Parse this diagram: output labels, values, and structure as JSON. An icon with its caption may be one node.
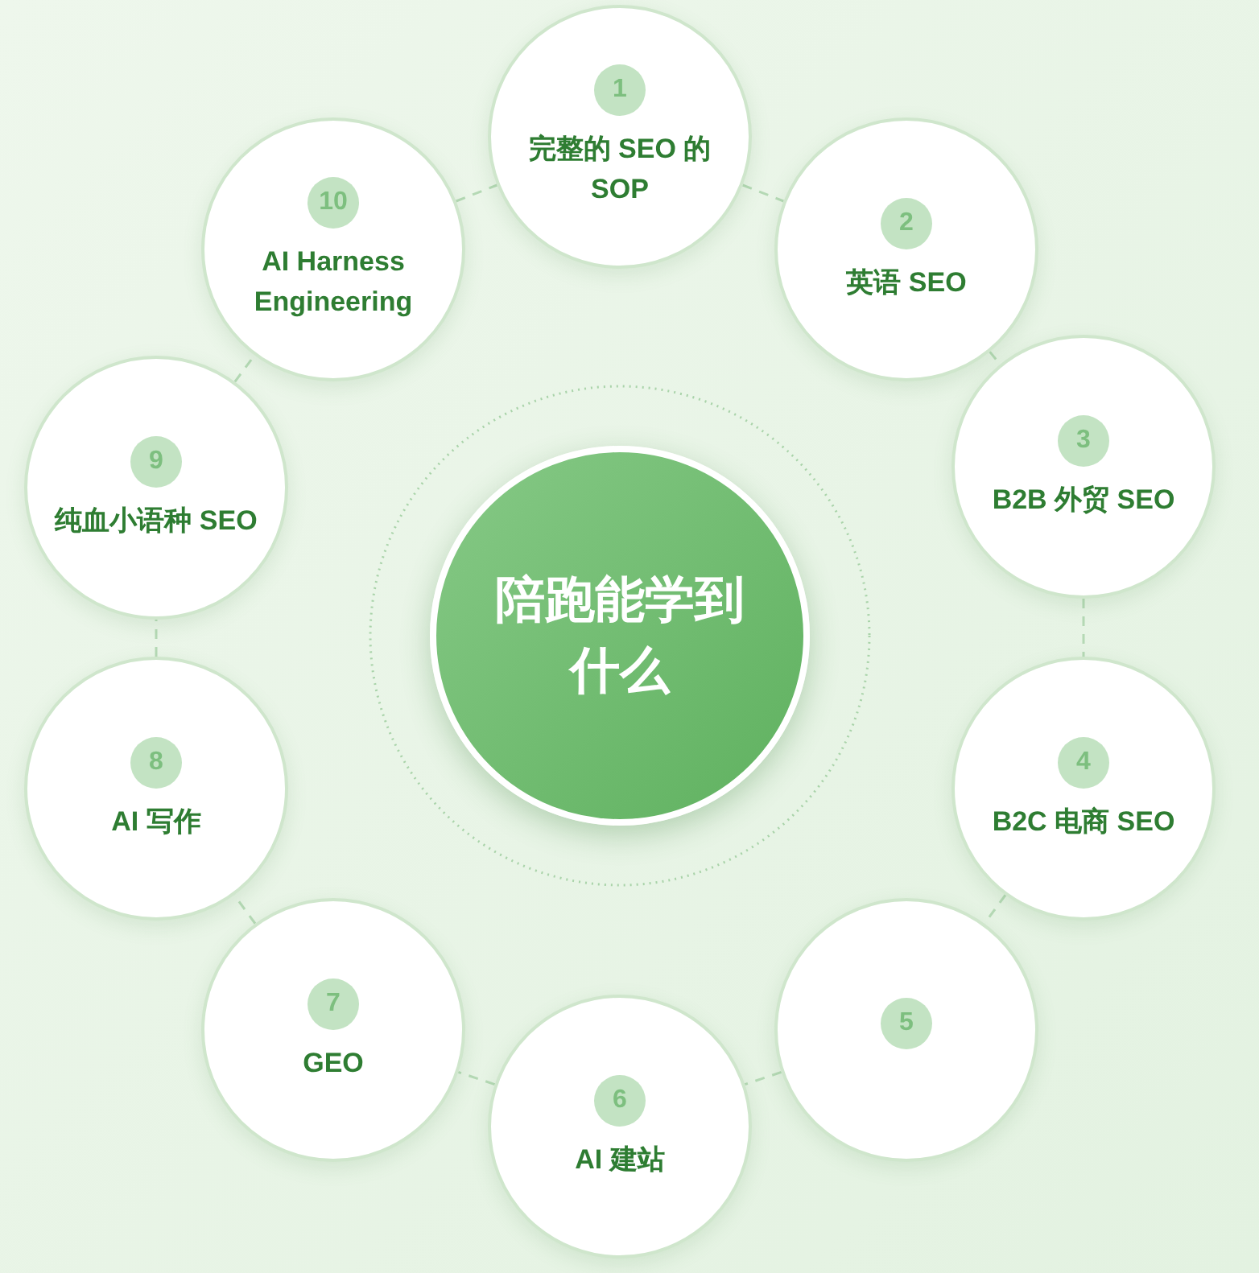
{
  "diagram": {
    "nodes": [
      {
        "text": [
          "陪跑能学到什么"
        ]
      },
      {
        "text": [
          "1",
          "完整的 SEO 的 SOP"
        ]
      },
      {
        "text": [
          "2",
          "英语 SEO"
        ]
      },
      {
        "text": [
          "3",
          "B2B 外贸 SEO"
        ]
      },
      {
        "text": [
          "4",
          "B2C 电商 SEO"
        ]
      },
      {
        "text": [
          "5"
        ]
      },
      {
        "text": [
          "6",
          "AI 建站"
        ]
      },
      {
        "text": [
          "7",
          "GEO"
        ]
      },
      {
        "text": [
          "8",
          "AI 写作"
        ]
      },
      {
        "text": [
          "9",
          "纯血小语种 SEO"
        ]
      },
      {
        "text": [
          "10",
          "AI Harness Engineering"
        ]
      }
    ],
    "edges": [
      {
        "from": 1,
        "to": 2,
        "arrow": "none",
        "style": "dashed"
      },
      {
        "from": 2,
        "to": 3,
        "arrow": "none",
        "style": "dashed"
      },
      {
        "from": 3,
        "to": 4,
        "arrow": "none",
        "style": "dashed"
      },
      {
        "from": 4,
        "to": 5,
        "arrow": "none",
        "style": "dashed"
      },
      {
        "from": 5,
        "to": 6,
        "arrow": "none",
        "style": "dashed"
      },
      {
        "from": 6,
        "to": 7,
        "arrow": "none",
        "style": "dashed"
      },
      {
        "from": 7,
        "to": 8,
        "arrow": "none",
        "style": "dashed"
      },
      {
        "from": 8,
        "to": 9,
        "arrow": "none",
        "style": "dashed"
      },
      {
        "from": 9,
        "to": 10,
        "arrow": "none",
        "style": "dashed"
      },
      {
        "from": 10,
        "to": 1,
        "arrow": "none",
        "style": "dashed"
      }
    ]
  }
}
